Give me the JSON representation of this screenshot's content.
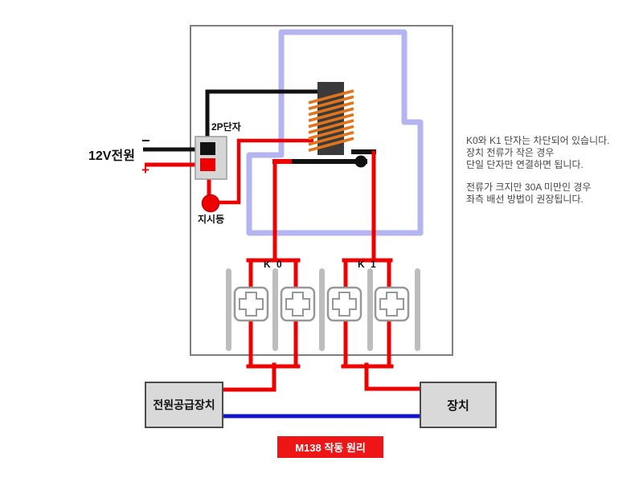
{
  "labels": {
    "power": "12V전원",
    "minus": "−",
    "plus": "+",
    "terminal": "2P단자",
    "indicator": "지시등",
    "k0": "K 0",
    "k1": "K 1",
    "psu": "전원공급장치",
    "device": "장치",
    "caption": "M138 작동 원리"
  },
  "note": {
    "para1": [
      "K0와 K1 단자는 차단되어 있습니다.",
      "장치 전류가 작은 경우",
      "단일 단자만 연결하면 됩니다."
    ],
    "para2": [
      "전류가 크지만 30A 미만인 경우",
      "좌측 배선 방법이 권장됩니다."
    ]
  },
  "colors": {
    "wire_red": "#ee0000",
    "wire_black": "#111111",
    "alt_path_blue": "#b4b4f0",
    "link_blue": "#1414cf",
    "coil_body": "#3a3a3a",
    "coil_winding": "#e0751c",
    "module_border": "#7f7f7f",
    "terminal_bar_gray": "#bdbdbd",
    "box_fill": "#d9d9d9",
    "caption_bg": "#ed1515"
  },
  "icons": {
    "indicator_lamp": "indicator-lamp-circle",
    "relay_coil": "relay-coil",
    "relay_contact": "relay-contact-arm",
    "terminal_connector": "cross-screw-terminal"
  }
}
